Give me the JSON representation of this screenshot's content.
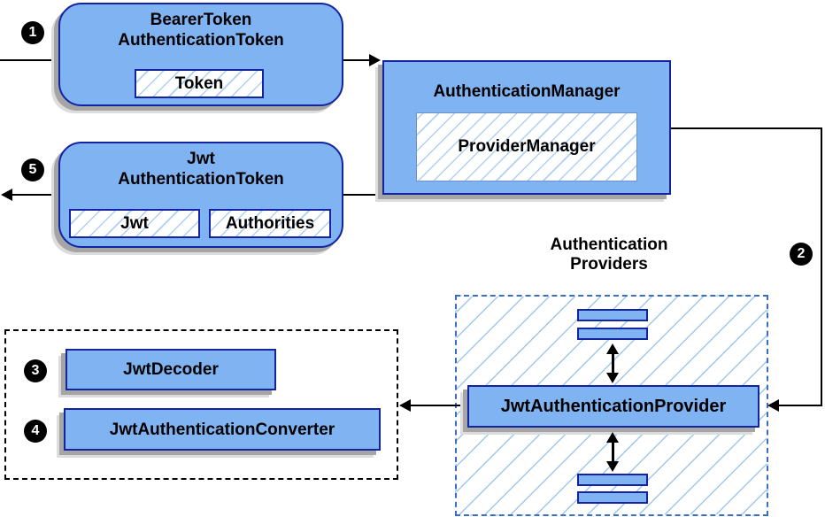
{
  "diagram": {
    "bearer_box": {
      "title_line1": "BearerToken",
      "title_line2": "AuthenticationToken",
      "token_chip": "Token"
    },
    "manager_box": {
      "title": "AuthenticationManager",
      "inner_label": "ProviderManager"
    },
    "jwt_box": {
      "title_line1": "Jwt",
      "title_line2": "AuthenticationToken",
      "jwt_chip": "Jwt",
      "authorities_chip": "Authorities"
    },
    "providers_group": {
      "label_line1": "Authentication",
      "label_line2": "Providers",
      "provider_label": "JwtAuthenticationProvider"
    },
    "decoder_group": {
      "decoder_label": "JwtDecoder",
      "converter_label": "JwtAuthenticationConverter"
    },
    "steps": {
      "one": "1",
      "two": "2",
      "three": "3",
      "four": "4",
      "five": "5"
    },
    "colors": {
      "box_fill": "#7fb3f2",
      "box_border": "#14239f",
      "hatch_line": "#aed0f5",
      "dashed_blue_border": "#3a6fc0",
      "dashed_black_border": "#000000",
      "shadow_dark": "#a5a5a5",
      "shadow_light": "#dcdcdc",
      "arrow": "#000000",
      "badge_bg": "#000000",
      "badge_text": "#ffffff"
    }
  }
}
